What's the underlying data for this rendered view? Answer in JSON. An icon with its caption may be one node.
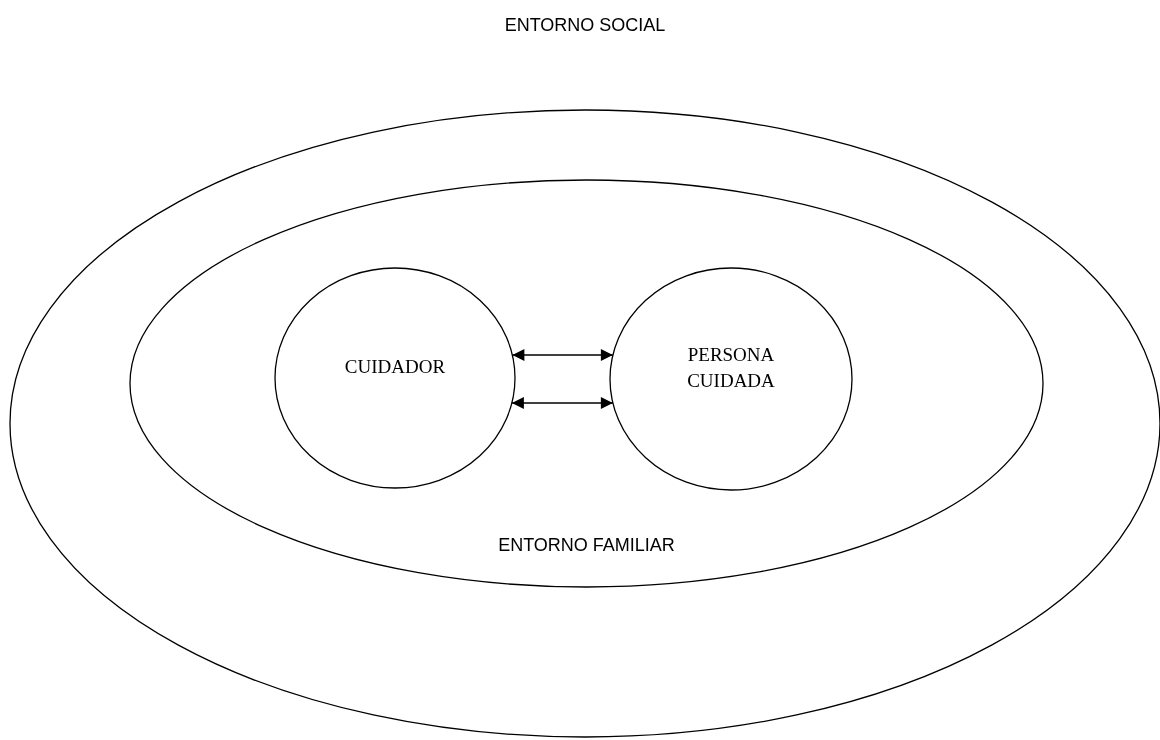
{
  "diagram": {
    "nodes": [
      {
        "text": [
          "ENTORNO SOCIAL"
        ]
      },
      {
        "text": [
          "ENTORNO FAMILIAR"
        ],
        "in": 0
      },
      {
        "text": [
          "CUIDADOR"
        ],
        "in": 1
      },
      {
        "text": [
          "PERSONA CUIDADA"
        ],
        "in": 1
      }
    ],
    "edges": [
      {
        "from": 2,
        "to": 3,
        "arrow": "both"
      },
      {
        "from": 2,
        "to": 3,
        "arrow": "both"
      }
    ]
  }
}
